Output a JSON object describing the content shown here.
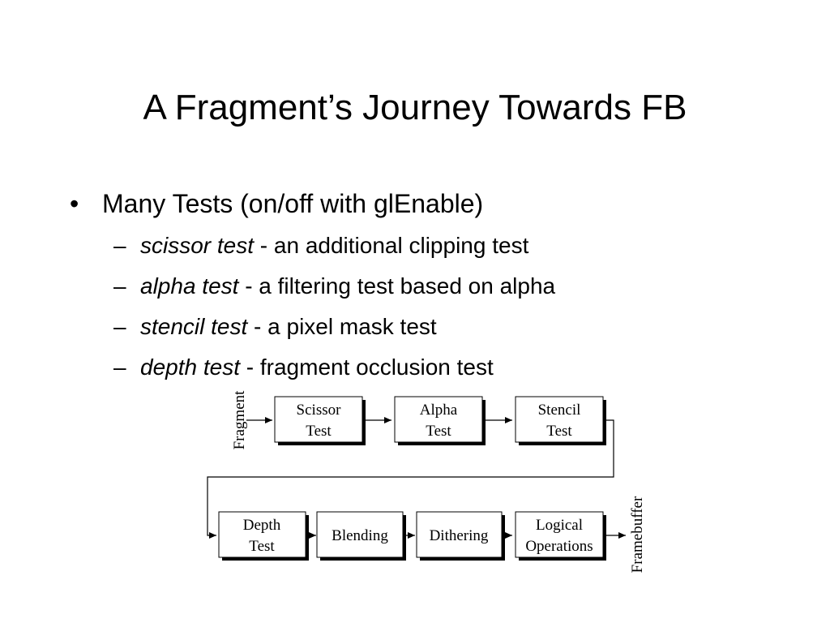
{
  "slide": {
    "title": "A Fragment’s Journey Towards FB"
  },
  "bullets": {
    "main": {
      "mark": "•",
      "text": "Many Tests (on/off with glEnable)"
    },
    "sub": [
      {
        "mark": "–",
        "term": "scissor test",
        "desc": " - an additional clipping test"
      },
      {
        "mark": "–",
        "term": "alpha test",
        "desc": " - a filtering test based on alpha"
      },
      {
        "mark": "–",
        "term": "stencil test",
        "desc": " - a pixel mask test"
      },
      {
        "mark": "–",
        "term": "depth test",
        "desc": " - fragment occlusion test"
      }
    ]
  },
  "diagram": {
    "input_label": "Fragment",
    "output_label": "Framebuffer",
    "row1": [
      {
        "line1": "Scissor",
        "line2": "Test"
      },
      {
        "line1": "Alpha",
        "line2": "Test"
      },
      {
        "line1": "Stencil",
        "line2": "Test"
      }
    ],
    "row2": [
      {
        "line1": "Depth",
        "line2": "Test"
      },
      {
        "line1": "Blending",
        "line2": ""
      },
      {
        "line1": "Dithering",
        "line2": ""
      },
      {
        "line1": "Logical",
        "line2": "Operations"
      }
    ]
  }
}
